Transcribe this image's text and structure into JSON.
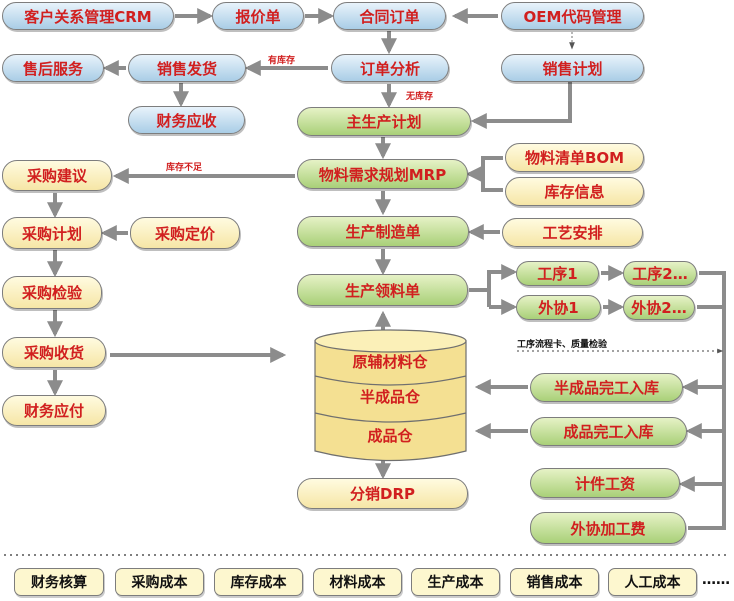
{
  "nodes": {
    "crm": "客户关系管理CRM",
    "quote": "报价单",
    "contract": "合同订单",
    "oem": "OEM代码管理",
    "after_sales": "售后服务",
    "sales_delivery": "销售发货",
    "order_analysis": "订单分析",
    "sales_plan": "销售计划",
    "receivable": "财务应收",
    "mps": "主生产计划",
    "mrp": "物料需求规划MRP",
    "bom": "物料清单BOM",
    "inventory_info": "库存信息",
    "purchase_suggest": "采购建议",
    "purchase_plan": "采购计划",
    "purchase_pricing": "采购定价",
    "production_order": "生产制造单",
    "routing": "工艺安排",
    "purchase_inspect": "采购检验",
    "material_issue": "生产领料单",
    "proc1": "工序1",
    "proc2": "工序2…",
    "out1": "外协1",
    "out2": "外协2…",
    "purchase_receive": "采购收货",
    "payable": "财务应付",
    "wh_raw": "原辅材料仓",
    "wh_semi": "半成品仓",
    "wh_finished": "成品仓",
    "drp": "分销DRP",
    "semi_in": "半成品完工入库",
    "finished_in": "成品完工入库",
    "piece_wage": "计件工资",
    "outsource_fee": "外协加工费"
  },
  "notes": {
    "in_stock": "有库存",
    "no_stock": "无库存",
    "stock_short": "库存不足",
    "flow_card": "工序流程卡、质量检验"
  },
  "bottom_items": [
    "财务核算",
    "采购成本",
    "库存成本",
    "材料成本",
    "生产成本",
    "销售成本",
    "人工成本"
  ],
  "bottom_more": "……",
  "colors": {
    "text": "#d11f1f",
    "arrow": "#8c8c8c",
    "blue_fill": "#b9d8ee",
    "green_fill": "#b7d78a",
    "yellow_fill": "#f8ebb5"
  }
}
